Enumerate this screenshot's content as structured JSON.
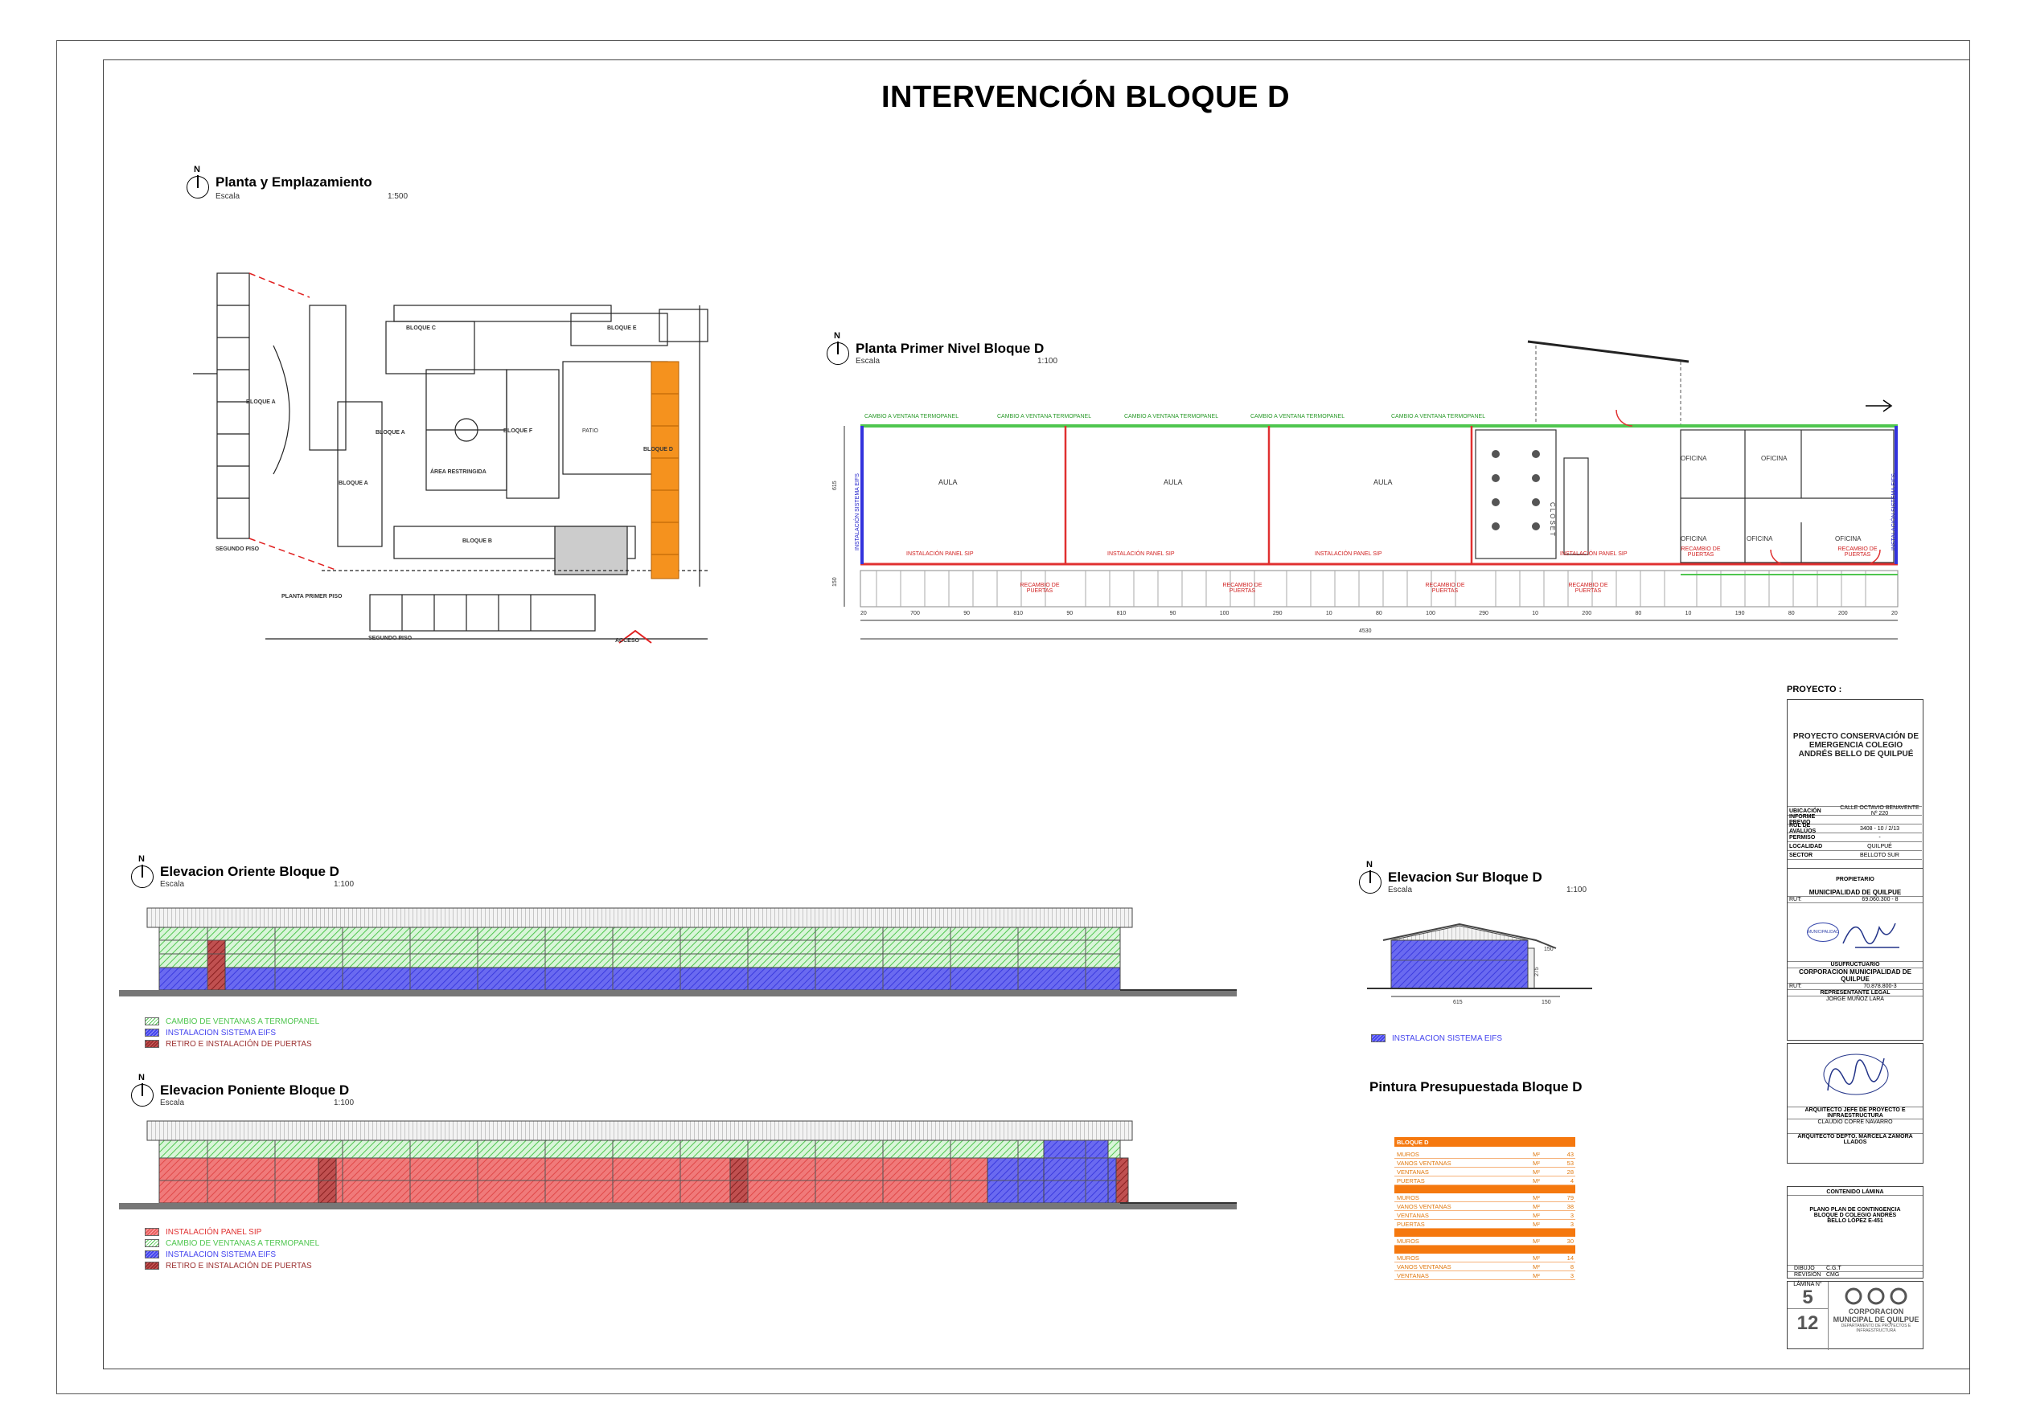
{
  "title": "INTERVENCIÓN BLOQUE D",
  "north_label": "N",
  "sections": {
    "site": {
      "title": "Planta y Emplazamiento",
      "escala": "Escala",
      "scale": "1:500"
    },
    "plan": {
      "title": "Planta Primer Nivel Bloque D",
      "escala": "Escala",
      "scale": "1:100"
    },
    "east": {
      "title": "Elevacion Oriente Bloque D",
      "escala": "Escala",
      "scale": "1:100"
    },
    "west": {
      "title": "Elevacion Poniente Bloque D",
      "escala": "Escala",
      "scale": "1:100"
    },
    "south": {
      "title": "Elevacion Sur Bloque D",
      "escala": "Escala",
      "scale": "1:100"
    },
    "paint": {
      "title": "Pintura Presupuestada Bloque D"
    }
  },
  "site_labels": {
    "bloque_c": "BLOQUE C",
    "bloque_e": "BLOQUE E",
    "bloque_a_left": "BLOQUE A",
    "bloque_a_mid": "BLOQUE A",
    "bloque_a_low": "BLOQUE A",
    "bloque_f": "BLOQUE F",
    "bloque_b": "BLOQUE B",
    "bloque_d": "BLOQUE D",
    "patio": "PATIO",
    "area_restringida": "ÁREA RESTRINGIDA",
    "segundo_piso_left": "SEGUNDO PISO",
    "planta_primer_piso": "PLANTA PRIMER PISO",
    "segundo_piso_bottom": "SEGUNDO PISO",
    "acceso": "ACCESO"
  },
  "plan_labels": {
    "aula1": "AULA",
    "aula2": "AULA",
    "aula3": "AULA",
    "closet": "CLOSET",
    "oficina1": "OFICINA",
    "oficina2": "OFICINA",
    "oficina3": "OFICINA",
    "oficina4": "OFICINA",
    "oficina5": "OFICINA",
    "cambio1": "CAMBIO A VENTANA TERMOPANEL",
    "cambio2": "CAMBIO A VENTANA TERMOPANEL",
    "cambio3": "CAMBIO A VENTANA TERMOPANEL",
    "cambio4": "CAMBIO A VENTANA TERMOPANEL",
    "cambio5": "CAMBIO A VENTANA TERMOPANEL",
    "eifs_left": "INSTALACIÓN SISTEMA EIFS",
    "eifs_right": "INSTALACIÓN SISTEMA EIFS",
    "panel1": "INSTALACIÓN PANEL SIP",
    "panel2": "INSTALACIÓN PANEL SIP",
    "panel3": "INSTALACIÓN PANEL SIP",
    "panel4": "INSTALACIÓN PANEL SIP",
    "recambio1": "RECAMBIO DE PUERTAS",
    "recambio2": "RECAMBIO DE PUERTAS",
    "recambio3": "RECAMBIO DE PUERTAS",
    "recambio4": "RECAMBIO DE PUERTAS",
    "recambio5": "RECAMBIO DE PUERTAS",
    "recambio6": "RECAMBIO DE PUERTAS",
    "dims": [
      "20",
      "700",
      "90",
      "810",
      "90",
      "810",
      "90",
      "100",
      "290",
      "10",
      "80",
      "100",
      "290",
      "10",
      "200",
      "80",
      "10",
      "190",
      "80",
      "200",
      "20"
    ],
    "total": "4530",
    "side1": "615",
    "side2": "150"
  },
  "legend_east": [
    {
      "label": "CAMBIO DE VENTANAS A TERMOPANEL",
      "color": "#4fc64f",
      "pattern": "green"
    },
    {
      "label": "INSTALACION SISTEMA EIFS",
      "color": "#4444ee",
      "pattern": "blue"
    },
    {
      "label": "RETIRO E INSTALACIÓN DE PUERTAS",
      "color": "#9b3030",
      "pattern": "darkred"
    }
  ],
  "legend_west": [
    {
      "label": "INSTALACIÓN PANEL SIP",
      "color": "#e03030",
      "pattern": "red"
    },
    {
      "label": "CAMBIO DE VENTANAS A TERMOPANEL",
      "color": "#4fc64f",
      "pattern": "green"
    },
    {
      "label": "INSTALACION SISTEMA EIFS",
      "color": "#4444ee",
      "pattern": "blue"
    },
    {
      "label": "RETIRO E INSTALACIÓN DE PUERTAS",
      "color": "#9b3030",
      "pattern": "darkred"
    }
  ],
  "legend_south": [
    {
      "label": "INSTALACION SISTEMA EIFS",
      "color": "#4444ee",
      "pattern": "blue"
    }
  ],
  "south_dims": {
    "width": "615",
    "side": "150",
    "h1": "150",
    "h2": "275"
  },
  "paint_table": {
    "header": "BLOQUE D",
    "groups": [
      {
        "rows": [
          {
            "item": "MUROS",
            "unit": "M²",
            "qty": "43"
          },
          {
            "item": "VANOS VENTANAS",
            "unit": "M²",
            "qty": "53"
          },
          {
            "item": "VENTANAS",
            "unit": "M²",
            "qty": "28"
          },
          {
            "item": "PUERTAS",
            "unit": "M²",
            "qty": "4"
          }
        ]
      },
      {
        "rows": [
          {
            "item": "MUROS",
            "unit": "M²",
            "qty": "79"
          },
          {
            "item": "VANOS VENTANAS",
            "unit": "M²",
            "qty": "38"
          },
          {
            "item": "VENTANAS",
            "unit": "M²",
            "qty": "3"
          },
          {
            "item": "PUERTAS",
            "unit": "M²",
            "qty": "3"
          }
        ]
      },
      {
        "rows": [
          {
            "item": "MUROS",
            "unit": "M²",
            "qty": "30"
          }
        ]
      },
      {
        "rows": [
          {
            "item": "MUROS",
            "unit": "M²",
            "qty": "14"
          },
          {
            "item": "VANOS VENTANAS",
            "unit": "M²",
            "qty": "8"
          },
          {
            "item": "VENTANAS",
            "unit": "M²",
            "qty": "3"
          }
        ]
      }
    ]
  },
  "title_block": {
    "proyecto_label": "PROYECTO :",
    "proyecto_name": "PROYECTO CONSERVACIÓN DE EMERGENCIA COLEGIO ANDRÉS BELLO DE QUILPUÉ",
    "info": [
      {
        "k": "UBICACIÓN",
        "v": "CALLE OCTAVIO BENAVENTE Nº 220"
      },
      {
        "k": "INFORME PREVIO",
        "v": ""
      },
      {
        "k": "ROL DE AVALÚOS",
        "v": "3408 - 10 / 2/13"
      },
      {
        "k": "PERMISO",
        "v": "-"
      },
      {
        "k": "LOCALIDAD",
        "v": "QUILPUÉ"
      },
      {
        "k": "SECTOR",
        "v": "BELLOTO SUR"
      }
    ],
    "propietario_label": "PROPIETARIO",
    "propietario_name": "MUNICIPALIDAD DE QUILPUE",
    "rut_label": "RUT:",
    "propietario_rut": "69.060.300 - 8",
    "usufructuario_label": "USUFRUCTUARIO",
    "usufructuario_name": "CORPORACION MUNICIPALIDAD DE QUILPUE",
    "usufructuario_rut": "70.878.800-3",
    "rep_label": "REPRESENTANTE LEGAL",
    "rep_name": "JORGE MUÑOZ LARA",
    "arq_label": "ARQUITECTO JEFE DE PROYECTO E INFRAESTRUCTURA",
    "arq_name": "CLAUDIO COFRE NAVARRO",
    "arq_depto": "ARQUITECTO DEPTO. MARCELA ZAMORA LLADOS",
    "contenido_label": "CONTENIDO LÁMINA",
    "contenido": "PLANO PLAN DE CONTINGENCIA BLOQUE D COLEGIO ANDRÉS BELLO LÓPEZ E-451",
    "dibujo_label": "DIBUJO",
    "dibujo": "C.G.T",
    "revision_label": "REVISIÓN",
    "revision": "CMG",
    "lamina_label": "LÁMINA N°",
    "lamina": "5",
    "total_laminas": "12",
    "logo_text": "CORPORACION MUNICIPAL DE QUILPUE",
    "logo_sub": "DEPARTAMENTO DE PROYECTOS E INFRAESTRUCTURA",
    "stamp": "MUNICIPALIDAD DE QUILPUE"
  }
}
